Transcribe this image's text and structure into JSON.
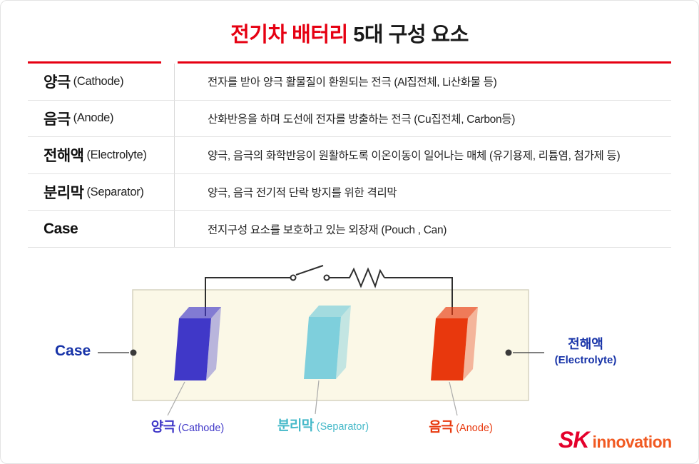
{
  "title": {
    "highlight": "전기차 배터리",
    "rest": " 5대 구성 요소"
  },
  "table": {
    "rows": [
      {
        "term_ko": "양극",
        "term_en": "(Cathode)",
        "desc": "전자를 받아 양극 활물질이 환원되는 전극 (Al집전체, Li산화물 등)"
      },
      {
        "term_ko": "음극",
        "term_en": "(Anode)",
        "desc": "산화반응을 하며 도선에 전자를 방출하는 전극 (Cu집전체, Carbon등)"
      },
      {
        "term_ko": "전해액",
        "term_en": "(Electrolyte)",
        "desc": "양극, 음극의 화학반응이 원활하도록 이온이동이 일어나는 매체 (유기용제, 리튬염, 첨가제 등)"
      },
      {
        "term_ko": "분리막",
        "term_en": "(Separator)",
        "desc": "양극, 음극 전기적 단락 방지를 위한 격리막"
      },
      {
        "term_ko": "Case",
        "term_en": "",
        "desc": "전지구성 요소를 보호하고 있는 외장재 (Pouch , Can)"
      }
    ]
  },
  "diagram": {
    "case_label": "Case",
    "electrolyte_label_ko": "전해액",
    "electrolyte_label_en": "(Electrolyte)",
    "cathode_label_ko": "양극",
    "cathode_label_en": "(Cathode)",
    "separator_label_ko": "분리막",
    "separator_label_en": "(Separator)",
    "anode_label_ko": "음극",
    "anode_label_en": "(Anode)"
  },
  "logo": {
    "sk": "SK",
    "innovation": "innovation"
  },
  "colors": {
    "title_red": "#e60012",
    "cathode": "#4038c8",
    "separator": "#7ecfdc",
    "anode": "#e8380d",
    "case_fill": "#fbf8e7",
    "case_border": "#d6d3c0",
    "label_blue": "#1733a8",
    "label_cyan": "#45b9c9",
    "label_red": "#e8380d",
    "sk_red": "#e4002b",
    "sk_orange": "#f15a22"
  }
}
